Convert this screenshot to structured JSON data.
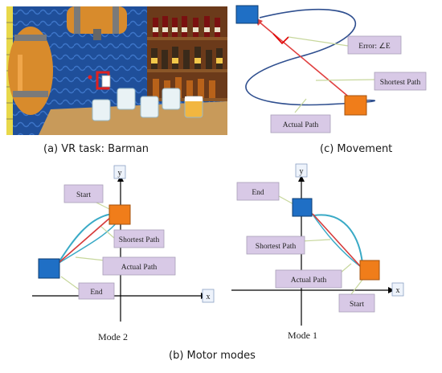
{
  "captions": {
    "vr_task": "(a) VR task: Barman",
    "movement": "(c)  Movement",
    "motor_modes": "(b)  Motor modes"
  },
  "movement": {
    "error_label": "Error:  ∠E",
    "shortest_path": "Shortest Path",
    "actual_path": "Actual Path"
  },
  "mode2": {
    "title": "Mode 2",
    "y_axis": "y",
    "x_axis": "x",
    "start": "Start",
    "end": "End",
    "shortest_path": "Shortest Path",
    "actual_path": "Actual Path"
  },
  "mode1": {
    "title": "Mode 1",
    "y_axis": "y",
    "x_axis": "x",
    "start": "Start",
    "end": "End",
    "shortest_path": "Shortest Path",
    "actual_path": "Actual Path"
  },
  "colors": {
    "start_box": "#f07d1a",
    "end_box": "#1f6fc5",
    "label_fill": "#d8c9e6",
    "shortest_line": "#d63b3b",
    "actual_line": "#3aaac6"
  }
}
